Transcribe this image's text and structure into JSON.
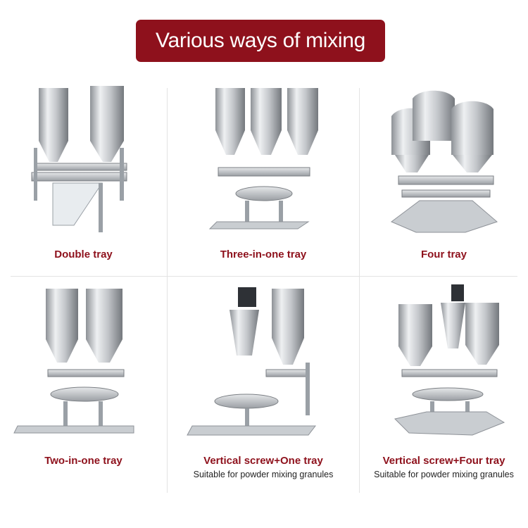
{
  "header": {
    "title": "Various ways of mixing"
  },
  "cells": [
    {
      "label": "Double tray",
      "sublabel": "",
      "machine_icon": "double-tray-machine"
    },
    {
      "label": "Three-in-one tray",
      "sublabel": "",
      "machine_icon": "three-in-one-tray-machine"
    },
    {
      "label": "Four tray",
      "sublabel": "",
      "machine_icon": "four-tray-machine"
    },
    {
      "label": "Two-in-one tray",
      "sublabel": "",
      "machine_icon": "two-in-one-tray-machine"
    },
    {
      "label": "Vertical screw+One tray",
      "sublabel": "Suitable for powder mixing granules",
      "machine_icon": "vertical-screw-one-tray-machine"
    },
    {
      "label": "Vertical screw+Four tray",
      "sublabel": "Suitable for powder mixing granules",
      "machine_icon": "vertical-screw-four-tray-machine"
    }
  ],
  "colors": {
    "banner": "#8e111c",
    "label": "#8e111c",
    "steel": "#b9bcc0",
    "steel_dark": "#6f7378"
  }
}
